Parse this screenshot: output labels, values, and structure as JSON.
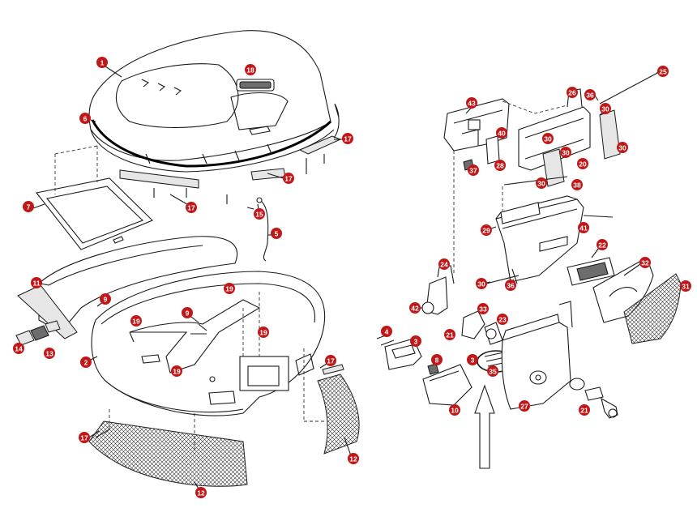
{
  "diagram": {
    "callouts": [
      {
        "id": "c1",
        "label": "1"
      },
      {
        "id": "c18",
        "label": "18"
      },
      {
        "id": "c6",
        "label": "6"
      },
      {
        "id": "c17a",
        "label": "17"
      },
      {
        "id": "c17b",
        "label": "17"
      },
      {
        "id": "c17c",
        "label": "17"
      },
      {
        "id": "c7",
        "label": "7"
      },
      {
        "id": "c15",
        "label": "15"
      },
      {
        "id": "c5",
        "label": "5"
      },
      {
        "id": "c11",
        "label": "11"
      },
      {
        "id": "c9a",
        "label": "9"
      },
      {
        "id": "c9b",
        "label": "9"
      },
      {
        "id": "c19a",
        "label": "19"
      },
      {
        "id": "c19b",
        "label": "19"
      },
      {
        "id": "c19c",
        "label": "19"
      },
      {
        "id": "c19d",
        "label": "19"
      },
      {
        "id": "c14",
        "label": "14"
      },
      {
        "id": "c13",
        "label": "13"
      },
      {
        "id": "c2",
        "label": "2"
      },
      {
        "id": "c17d",
        "label": "17"
      },
      {
        "id": "c17e",
        "label": "17"
      },
      {
        "id": "c12a",
        "label": "12"
      },
      {
        "id": "c12b",
        "label": "12"
      },
      {
        "id": "c43",
        "label": "43"
      },
      {
        "id": "c26",
        "label": "26"
      },
      {
        "id": "c36a",
        "label": "36"
      },
      {
        "id": "c25",
        "label": "25"
      },
      {
        "id": "c30a",
        "label": "30"
      },
      {
        "id": "c30b",
        "label": "30"
      },
      {
        "id": "c30c",
        "label": "30"
      },
      {
        "id": "c30d",
        "label": "30"
      },
      {
        "id": "c30e",
        "label": "30"
      },
      {
        "id": "c40",
        "label": "40"
      },
      {
        "id": "c37",
        "label": "37"
      },
      {
        "id": "c28",
        "label": "28"
      },
      {
        "id": "c20",
        "label": "20"
      },
      {
        "id": "c38",
        "label": "38"
      },
      {
        "id": "c29",
        "label": "29"
      },
      {
        "id": "c41",
        "label": "41"
      },
      {
        "id": "c22",
        "label": "22"
      },
      {
        "id": "c24",
        "label": "24"
      },
      {
        "id": "c32",
        "label": "32"
      },
      {
        "id": "c30f",
        "label": "30"
      },
      {
        "id": "c36b",
        "label": "36"
      },
      {
        "id": "c31",
        "label": "31"
      },
      {
        "id": "c42",
        "label": "42"
      },
      {
        "id": "c33",
        "label": "33"
      },
      {
        "id": "c23",
        "label": "23"
      },
      {
        "id": "c21a",
        "label": "21"
      },
      {
        "id": "c4",
        "label": "4"
      },
      {
        "id": "c3",
        "label": "3"
      },
      {
        "id": "c8",
        "label": "8"
      },
      {
        "id": "c39",
        "label": "3"
      },
      {
        "id": "c35",
        "label": "35"
      },
      {
        "id": "c10",
        "label": "10"
      },
      {
        "id": "c27",
        "label": "27"
      },
      {
        "id": "c21b",
        "label": "21"
      }
    ]
  }
}
